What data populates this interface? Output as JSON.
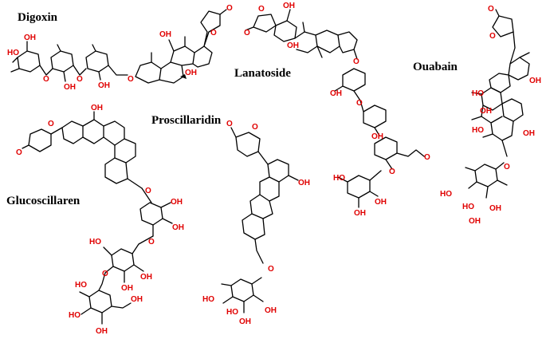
{
  "compounds": [
    {
      "name": "Digoxin"
    },
    {
      "name": "Lanatoside"
    },
    {
      "name": "Ouabain"
    },
    {
      "name": "Proscillaridin"
    },
    {
      "name": "Glucoscillaren"
    }
  ],
  "atom_labels": {
    "oxygen": "O",
    "hydroxyl": "OH",
    "hydroxyl_left": "HO",
    "hydrogen": "H"
  },
  "colors": {
    "oxygen": "#e00000",
    "bond": "#000000"
  }
}
